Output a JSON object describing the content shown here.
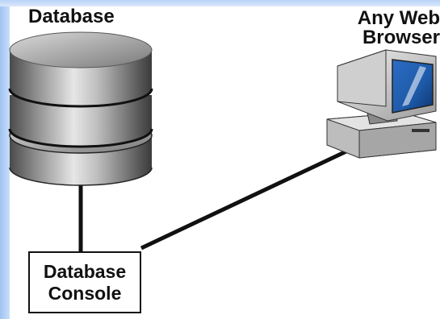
{
  "diagram": {
    "database_label": "Database",
    "browser_label_line1": "Any Web",
    "browser_label_line2": "Browser",
    "console_line1": "Database",
    "console_line2": "Console"
  },
  "icons": {
    "database": "database-cylinder-icon",
    "browser": "desktop-computer-icon"
  },
  "colors": {
    "background": "#ffffff",
    "edge_accent": "#9fc3f0",
    "connector": "#111111",
    "screen": "#1e5aa8"
  }
}
